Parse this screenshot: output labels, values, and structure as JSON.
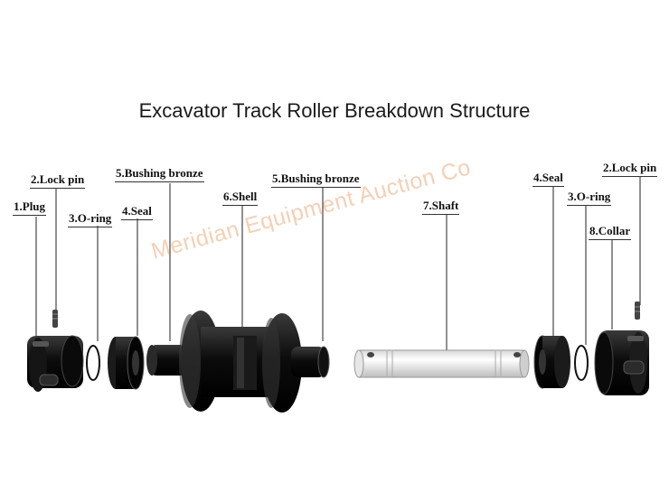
{
  "title": "Excavator Track Roller Breakdown Structure",
  "watermark": "Meridian Equipment Auction Co",
  "labels": {
    "plug": "1.Plug",
    "lock_pin_left": "2.Lock pin",
    "o_ring_left": "3.O-ring",
    "seal_left": "4.Seal",
    "bushing_left": "5.Bushing bronze",
    "shell": "6.Shell",
    "bushing_right": "5.Bushing bronze",
    "shaft": "7.Shaft",
    "seal_right": "4.Seal",
    "o_ring_right": "3.O-ring",
    "collar": "8.Collar",
    "lock_pin_right": "2.Lock pin"
  }
}
